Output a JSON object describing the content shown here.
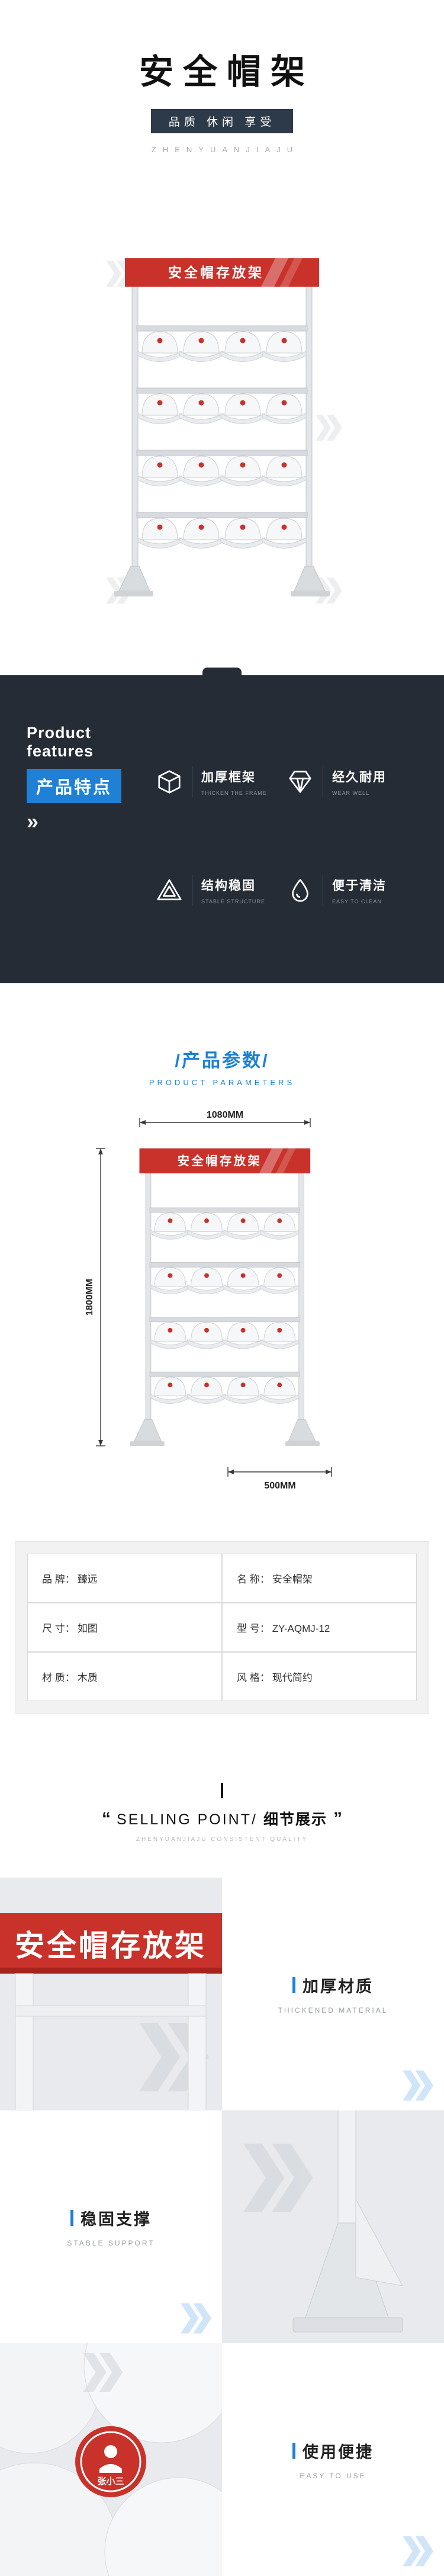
{
  "header": {
    "title": "安全帽架",
    "badge": "品质 休闲 享受",
    "brand_caption": "ZHENYUANJIAJU"
  },
  "product": {
    "banner_text": "安全帽存放架"
  },
  "features": {
    "title_line1": "Product",
    "title_line2": "features",
    "title_cn": "产品特点",
    "more_arrow": "»",
    "items": [
      {
        "icon": "cube-icon",
        "cn": "加厚框架",
        "en": "THICKEN THE FRAME"
      },
      {
        "icon": "gem-icon",
        "cn": "经久耐用",
        "en": "WEAR WELL"
      },
      {
        "icon": "triangle-icon",
        "cn": "结构稳固",
        "en": "STABLE STRUCTURE"
      },
      {
        "icon": "drop-icon",
        "cn": "便于清洁",
        "en": "EASY TO CLEAN"
      }
    ]
  },
  "parameters": {
    "title": "/产品参数/",
    "subtitle": "PRODUCT PARAMETERS",
    "width": "1080MM",
    "height": "1800MM",
    "depth": "500MM"
  },
  "specs": {
    "rows": [
      [
        {
          "label": "品 牌：",
          "value": "臻远"
        },
        {
          "label": "名 称：",
          "value": "安全帽架"
        }
      ],
      [
        {
          "label": "尺 寸：",
          "value": "如图"
        },
        {
          "label": "型 号：",
          "value": "ZY-AQMJ-12"
        }
      ],
      [
        {
          "label": "材 质：",
          "value": "木质"
        },
        {
          "label": "风 格：",
          "value": "现代简约"
        }
      ]
    ]
  },
  "selling_point": {
    "quote_open": "“",
    "title_en": "SELLING POINT/",
    "title_cn": "细节展示",
    "quote_close": "”",
    "caption": "ZHENYUANJIAJU CONSISTENT QUALITY"
  },
  "details": [
    {
      "cn": "加厚材质",
      "en": "THICKENED MATERIAL"
    },
    {
      "cn": "稳固支撑",
      "en": "STABLE SUPPORT"
    },
    {
      "cn": "使用便捷",
      "en": "EASY TO USE"
    }
  ],
  "badge_logo": {
    "text": "张小三"
  },
  "colors": {
    "accent_blue": "#1b80d8",
    "dark_bg": "#252c35",
    "banner_red": "#c8322b",
    "badge_navy": "#2d3a4a"
  }
}
